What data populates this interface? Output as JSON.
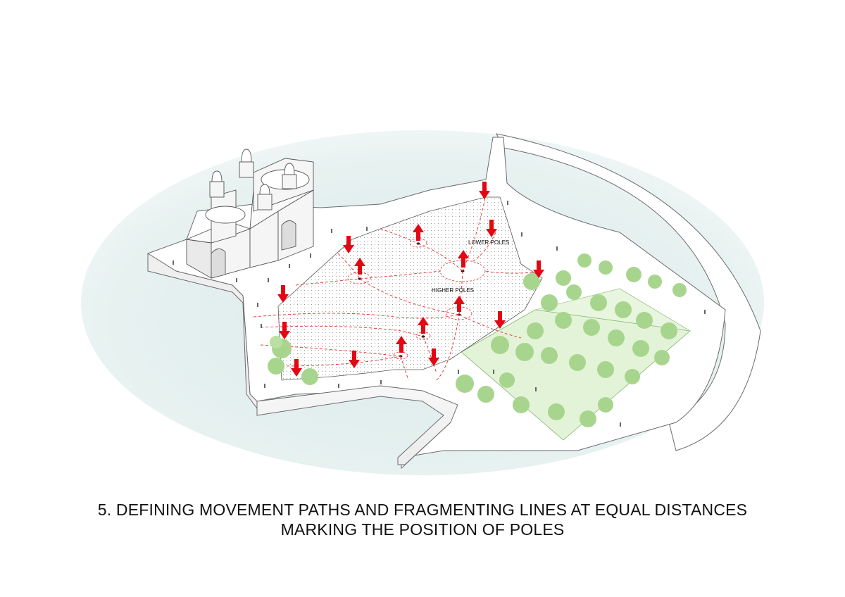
{
  "labels": {
    "lower_poles": "LOWER POLES",
    "higher_poles": "HIGHER POLES"
  },
  "caption": {
    "line1": "5. DEFINING MOVEMENT PATHS AND FRAGMENTING LINES AT EQUAL DISTANCES",
    "line2": "MARKING THE POSITION OF POLES"
  },
  "colors": {
    "water": "#dcebea",
    "water_edge": "#f3f8f8",
    "plaza_dots": "#9a9a9a",
    "movement_lines": "#e8302a",
    "arrows": "#e30613",
    "park_lawn": "#e3f3d8",
    "tree_canopy": "#a8d58e",
    "structure_line": "#6b6b6b"
  },
  "legend_icons": {
    "pole_up": "red-up-arrow-icon",
    "flow_down": "red-down-arrow-icon",
    "tree": "tree-icon",
    "person": "person-icon",
    "monument": "gateway-monument-icon"
  }
}
